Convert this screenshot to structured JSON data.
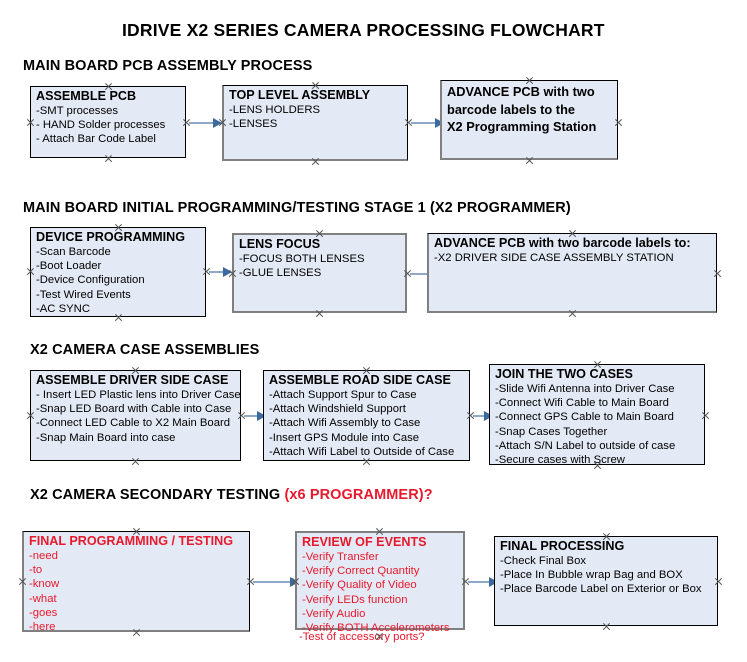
{
  "document": {
    "title": "IDRIVE X2  SERIES CAMERA PROCESSING FLOWCHART"
  },
  "colors": {
    "box_fill": "#e3eaf5",
    "box_border": "#000000",
    "box_shadow": "#808080",
    "accent_red": "#e8192c",
    "connector": "#8ea9c8",
    "arrowhead": "#3b6aa0",
    "text": "#000000"
  },
  "sections": [
    {
      "id": "main-board-pcb-assembly",
      "heading": "MAIN BOARD PCB ASSEMBLY PROCESS",
      "heading_suffix": "",
      "boxes": [
        {
          "id": "assemble-pcb",
          "head": "ASSEMBLE PCB",
          "lines": [
            "-SMT processes",
            "- HAND Solder processes",
            "- Attach Bar Code Label"
          ]
        },
        {
          "id": "top-level-assembly",
          "head": "TOP LEVEL ASSEMBLY",
          "lines": [
            "-LENS HOLDERS",
            "-LENSES"
          ]
        },
        {
          "id": "advance-pcb-programming-station",
          "head": "ADVANCE PCB with two",
          "lines": [
            "barcode labels to the",
            " X2 Programming Station"
          ]
        }
      ]
    },
    {
      "id": "main-board-initial-programming",
      "heading": "MAIN BOARD INITIAL PROGRAMMING/TESTING STAGE 1 (X2 PROGRAMMER)",
      "heading_suffix": "",
      "boxes": [
        {
          "id": "device-programming",
          "head": "DEVICE PROGRAMMING",
          "lines": [
            "-Scan Barcode",
            "-Boot Loader",
            "-Device Configuration",
            "-Test Wired Events",
            "-AC SYNC"
          ]
        },
        {
          "id": "lens-focus",
          "head": "LENS FOCUS",
          "lines": [
            "-FOCUS BOTH LENSES",
            "-GLUE LENSES"
          ]
        },
        {
          "id": "advance-pcb-driver-side",
          "head": "ADVANCE PCB with two barcode labels to:",
          "lines": [
            "-X2 DRIVER  SIDE  CASE  ASSEMBLY STATION"
          ]
        }
      ]
    },
    {
      "id": "x2-camera-case-assemblies",
      "heading": "X2 CAMERA CASE ASSEMBLIES",
      "heading_suffix": "",
      "boxes": [
        {
          "id": "assemble-driver-side-case",
          "head": "ASSEMBLE DRIVER SIDE CASE",
          "lines": [
            "- Insert LED Plastic lens into Driver Case",
            "-Snap LED Board with Cable into Case",
            "-Connect LED Cable to X2 Main Board",
            "-Snap Main Board into case"
          ]
        },
        {
          "id": "assemble-road-side-case",
          "head": "ASSEMBLE ROAD SIDE CASE",
          "lines": [
            "-Attach Support Spur to Case",
            "-Attach Windshield Support",
            "-Attach Wifi Assembly to Case",
            "-Insert GPS Module into Case",
            "-Attach Wifi Label to Outside of Case"
          ]
        },
        {
          "id": "join-the-two-cases",
          "head": "JOIN THE TWO CASES",
          "lines": [
            "-Slide Wifi Antenna into Driver Case",
            "-Connect Wifi Cable to Main Board",
            "-Connect GPS Cable to Main Board",
            "-Snap Cases Together",
            "-Attach S/N Label to outside of case",
            "-Secure cases with Screw"
          ]
        }
      ]
    },
    {
      "id": "x2-camera-secondary-testing",
      "heading": "X2 CAMERA SECONDARY TESTING ",
      "heading_suffix": "(x6 PROGRAMMER)?",
      "boxes": [
        {
          "id": "final-programming-testing",
          "head": "FINAL PROGRAMMING / TESTING",
          "lines": [
            "-need",
            "-to",
            "-know",
            "-what",
            "-goes",
            "-here"
          ]
        },
        {
          "id": "review-of-events",
          "head": "REVIEW OF EVENTS",
          "lines": [
            "-Verify Transfer",
            "-Verify Correct Quantity",
            "-Verify Quality of Video",
            "-Verify LEDs function",
            "-Verify Audio",
            "-Verify BOTH Accelerometers"
          ],
          "overflow_line": "-Test of accessory ports?"
        },
        {
          "id": "final-processing",
          "head": "FINAL PROCESSING",
          "lines": [
            " -Check Final Box",
            "-Place In Bubble wrap Bag and BOX",
            "-Place Barcode Label on Exterior or Box"
          ]
        }
      ]
    }
  ]
}
